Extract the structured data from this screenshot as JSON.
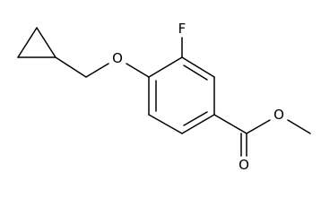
{
  "structure": {
    "atom_labels": {
      "fluorine": "F",
      "ether_oxygen": "O",
      "ester_single_oxygen": "O",
      "carbonyl_oxygen": "O"
    }
  }
}
